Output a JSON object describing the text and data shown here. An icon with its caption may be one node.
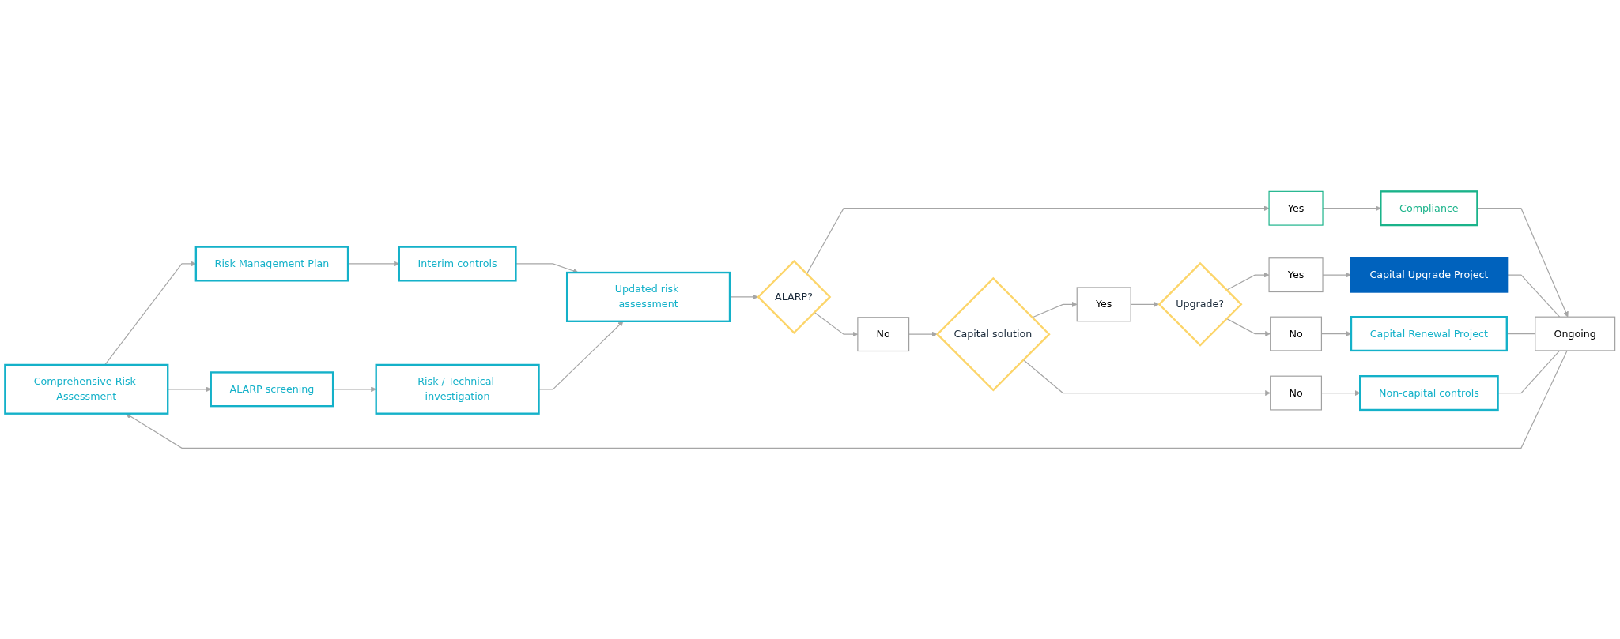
{
  "diagram": {
    "nodes": [
      {
        "text": [
          "Comprehensive Risk Assessment"
        ]
      },
      {
        "text": [
          "Risk Management Plan"
        ]
      },
      {
        "text": [
          "ALARP screening"
        ]
      },
      {
        "text": [
          "Interim controls"
        ]
      },
      {
        "text": [
          "Risk / Technical investigation"
        ]
      },
      {
        "text": [
          "Updated risk assessment"
        ]
      },
      {
        "text": [
          "ALARP?"
        ]
      },
      {
        "text": [
          "Yes"
        ]
      },
      {
        "text": [
          "No"
        ]
      },
      {
        "text": [
          "Compliance"
        ]
      },
      {
        "text": [
          "Ongoing"
        ]
      },
      {
        "text": [
          "Capital solution"
        ]
      },
      {
        "text": [
          "Yes"
        ]
      },
      {
        "text": [
          "No"
        ]
      },
      {
        "text": [
          "Upgrade?"
        ]
      },
      {
        "text": [
          "Yes"
        ]
      },
      {
        "text": [
          "No"
        ]
      },
      {
        "text": [
          "Capital Upgrade Project"
        ]
      },
      {
        "text": [
          "Capital Renewal Project"
        ]
      },
      {
        "text": [
          "Non-capital controls"
        ]
      }
    ],
    "edges": [
      {
        "from": 0,
        "to": 1,
        "arrow": "to"
      },
      {
        "from": 0,
        "to": 2,
        "arrow": "to"
      },
      {
        "from": 1,
        "to": 3,
        "arrow": "to"
      },
      {
        "from": 2,
        "to": 4,
        "arrow": "to"
      },
      {
        "from": 3,
        "to": 5,
        "arrow": "to"
      },
      {
        "from": 4,
        "to": 5,
        "arrow": "to"
      },
      {
        "from": 5,
        "to": 6,
        "arrow": "to"
      },
      {
        "from": 6,
        "to": 7,
        "arrow": "to"
      },
      {
        "from": 6,
        "to": 8,
        "arrow": "to"
      },
      {
        "from": 7,
        "to": 9,
        "arrow": "to"
      },
      {
        "from": 9,
        "to": 10,
        "arrow": "to"
      },
      {
        "from": 10,
        "to": 0,
        "arrow": "to"
      },
      {
        "from": 8,
        "to": 11,
        "arrow": "to"
      },
      {
        "from": 11,
        "to": 12,
        "arrow": "to"
      },
      {
        "from": 11,
        "to": 13,
        "arrow": "to"
      },
      {
        "from": 12,
        "to": 14,
        "arrow": "to"
      },
      {
        "from": 14,
        "to": 15,
        "arrow": "to"
      },
      {
        "from": 14,
        "to": 16,
        "arrow": "to"
      },
      {
        "from": 15,
        "to": 17,
        "arrow": "to"
      },
      {
        "from": 16,
        "to": 18,
        "arrow": "to"
      },
      {
        "from": 13,
        "to": 19,
        "arrow": "to"
      },
      {
        "from": 17,
        "to": 10,
        "arrow": "none"
      },
      {
        "from": 18,
        "to": 10,
        "arrow": "none"
      },
      {
        "from": 19,
        "to": 10,
        "arrow": "none"
      }
    ]
  }
}
